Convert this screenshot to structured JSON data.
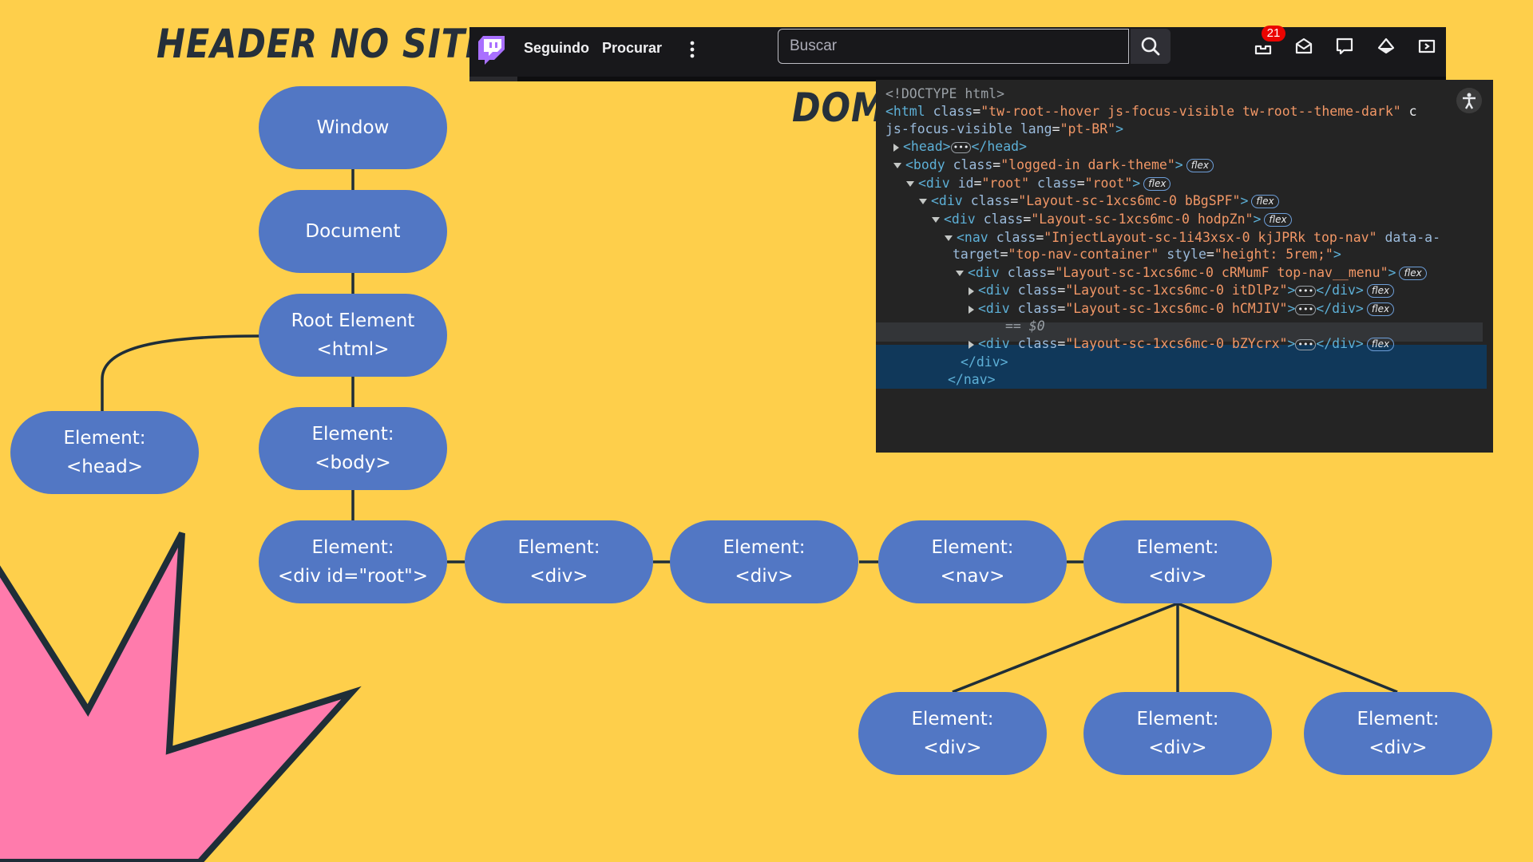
{
  "headings": {
    "header_no_site": "HEADER NO SITE",
    "dom": "DOM"
  },
  "colors": {
    "background": "#fecf4b",
    "node_fill": "#5277c4",
    "node_text": "#ffffff",
    "connector": "#1f2e38",
    "star": "#ff7bac"
  },
  "tree": {
    "window": "Window",
    "document": "Document",
    "root_element": "Root Element\n<html>",
    "head": "Element:\n<head>",
    "body": "Element:\n<body>",
    "div_root": "Element:\n<div id=\"root\">",
    "div_1": "Element:\n<div>",
    "div_2": "Element:\n<div>",
    "nav": "Element:\n<nav>",
    "div_3": "Element:\n<div>",
    "child_div_1": "Element:\n<div>",
    "child_div_2": "Element:\n<div>",
    "child_div_3": "Element:\n<div>"
  },
  "twitch": {
    "logo_icon": "twitch-logo-icon",
    "nav_following": "Seguindo",
    "nav_browse": "Procurar",
    "search_placeholder": "Buscar",
    "notification_count": "21",
    "icons": [
      "more-vertical-icon",
      "search-icon",
      "notifications-icon",
      "whispers-icon",
      "chat-icon",
      "prime-crown-icon",
      "bits-icon"
    ]
  },
  "devtools": {
    "flex_badge": "flex",
    "selected_marker": "== $0",
    "lines": [
      {
        "t": "<!DOCTYPE html>"
      },
      {
        "tag": "html",
        "attrs": [
          {
            "n": "class",
            "v": "tw-root--hover js-focus-visible tw-root--theme-dark"
          }
        ],
        "trail": " c"
      },
      {
        "attrs": [
          {
            "n": "js-focus-visible lang",
            "v": "pt-BR"
          }
        ],
        "close": ">"
      },
      {
        "tag": "head",
        "inner": "head"
      },
      {
        "tag": "body",
        "attrs": [
          {
            "n": "class",
            "v": "logged-in dark-theme"
          }
        ],
        "close": ">"
      },
      {
        "tag": "div",
        "attrs": [
          {
            "n": "id",
            "v": "root"
          },
          {
            "n": "class",
            "v": "root"
          }
        ],
        "close": ">"
      },
      {
        "tag": "div",
        "attrs": [
          {
            "n": "class",
            "v": "Layout-sc-1xcs6mc-0 bBgSPF"
          }
        ],
        "close": ">"
      },
      {
        "tag": "div",
        "attrs": [
          {
            "n": "class",
            "v": "Layout-sc-1xcs6mc-0 hodpZn"
          }
        ],
        "close": ">"
      },
      {
        "tag": "nav",
        "attrs": [
          {
            "n": "class",
            "v": "InjectLayout-sc-1i43xsx-0 kjJPRk top-nav"
          }
        ],
        "trail_attr": "data-a-"
      },
      {
        "attrs": [
          {
            "n": "target",
            "v": "top-nav-container"
          },
          {
            "n": "style",
            "v": "height: 5rem;"
          }
        ],
        "close": ">"
      },
      {
        "tag": "div",
        "attrs": [
          {
            "n": "class",
            "v": "Layout-sc-1xcs6mc-0 cRMumF top-nav__menu"
          }
        ],
        "close": ">"
      },
      {
        "tag": "div",
        "attrs": [
          {
            "n": "class",
            "v": "Layout-sc-1xcs6mc-0 itDlPz"
          }
        ],
        "collapsed": true
      },
      {
        "tag": "div",
        "attrs": [
          {
            "n": "class",
            "v": "Layout-sc-1xcs6mc-0 hCMJIV"
          }
        ],
        "collapsed": true
      },
      {
        "tag": "div",
        "attrs": [
          {
            "n": "class",
            "v": "Layout-sc-1xcs6mc-0 bZYcrx"
          }
        ],
        "collapsed": true
      },
      {
        "endtag": "div"
      },
      {
        "endtag": "nav"
      }
    ]
  }
}
